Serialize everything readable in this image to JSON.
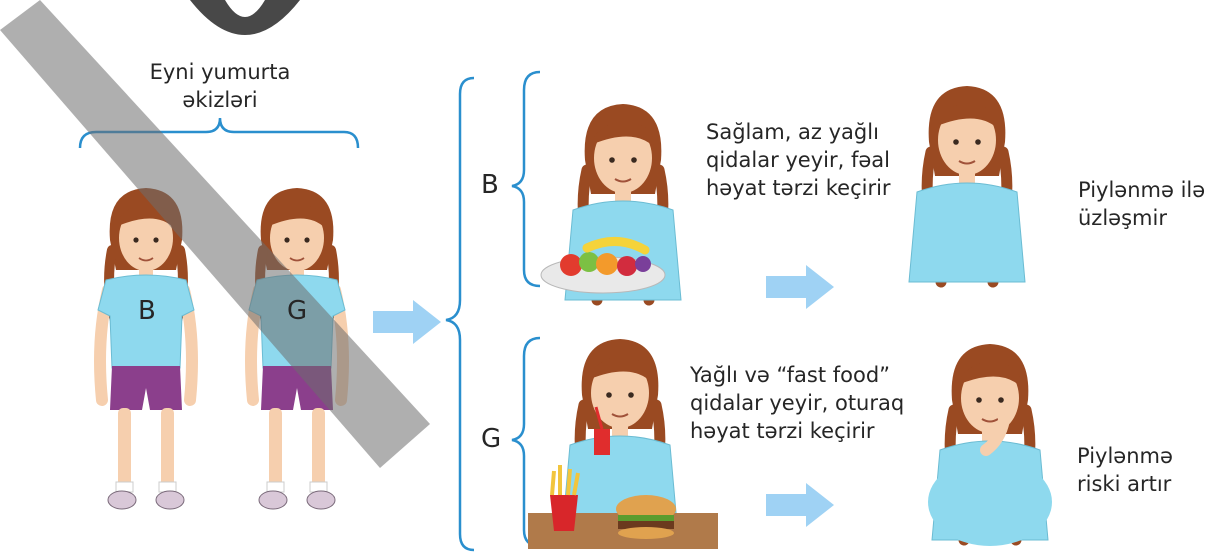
{
  "twins_caption": {
    "line1": "Eyni yumurta",
    "line2": "əkizləri"
  },
  "twins": [
    {
      "shirt_letter": "B"
    },
    {
      "shirt_letter": "G"
    }
  ],
  "branches": [
    {
      "letter": "B",
      "lifestyle": [
        "Sağlam, az yağlı",
        "qidalar yeyir, fəal",
        "həyat tərzi keçirir"
      ],
      "outcome": [
        "Piylənmə ilə",
        "üzləşmir"
      ]
    },
    {
      "letter": "G",
      "lifestyle": [
        "Yağlı və “fast food”",
        "qidalar yeyir, oturaq",
        "həyat tərzi keçirir"
      ],
      "outcome": [
        "Piylənmə",
        "riski artır"
      ]
    }
  ],
  "colors": {
    "shirt": "#8ed9ee",
    "shorts": "#8b3f8c",
    "hair": "#9a4a22",
    "skin": "#f6cfae",
    "arrow": "#9fd2f4",
    "bracket": "#2a8fce"
  }
}
